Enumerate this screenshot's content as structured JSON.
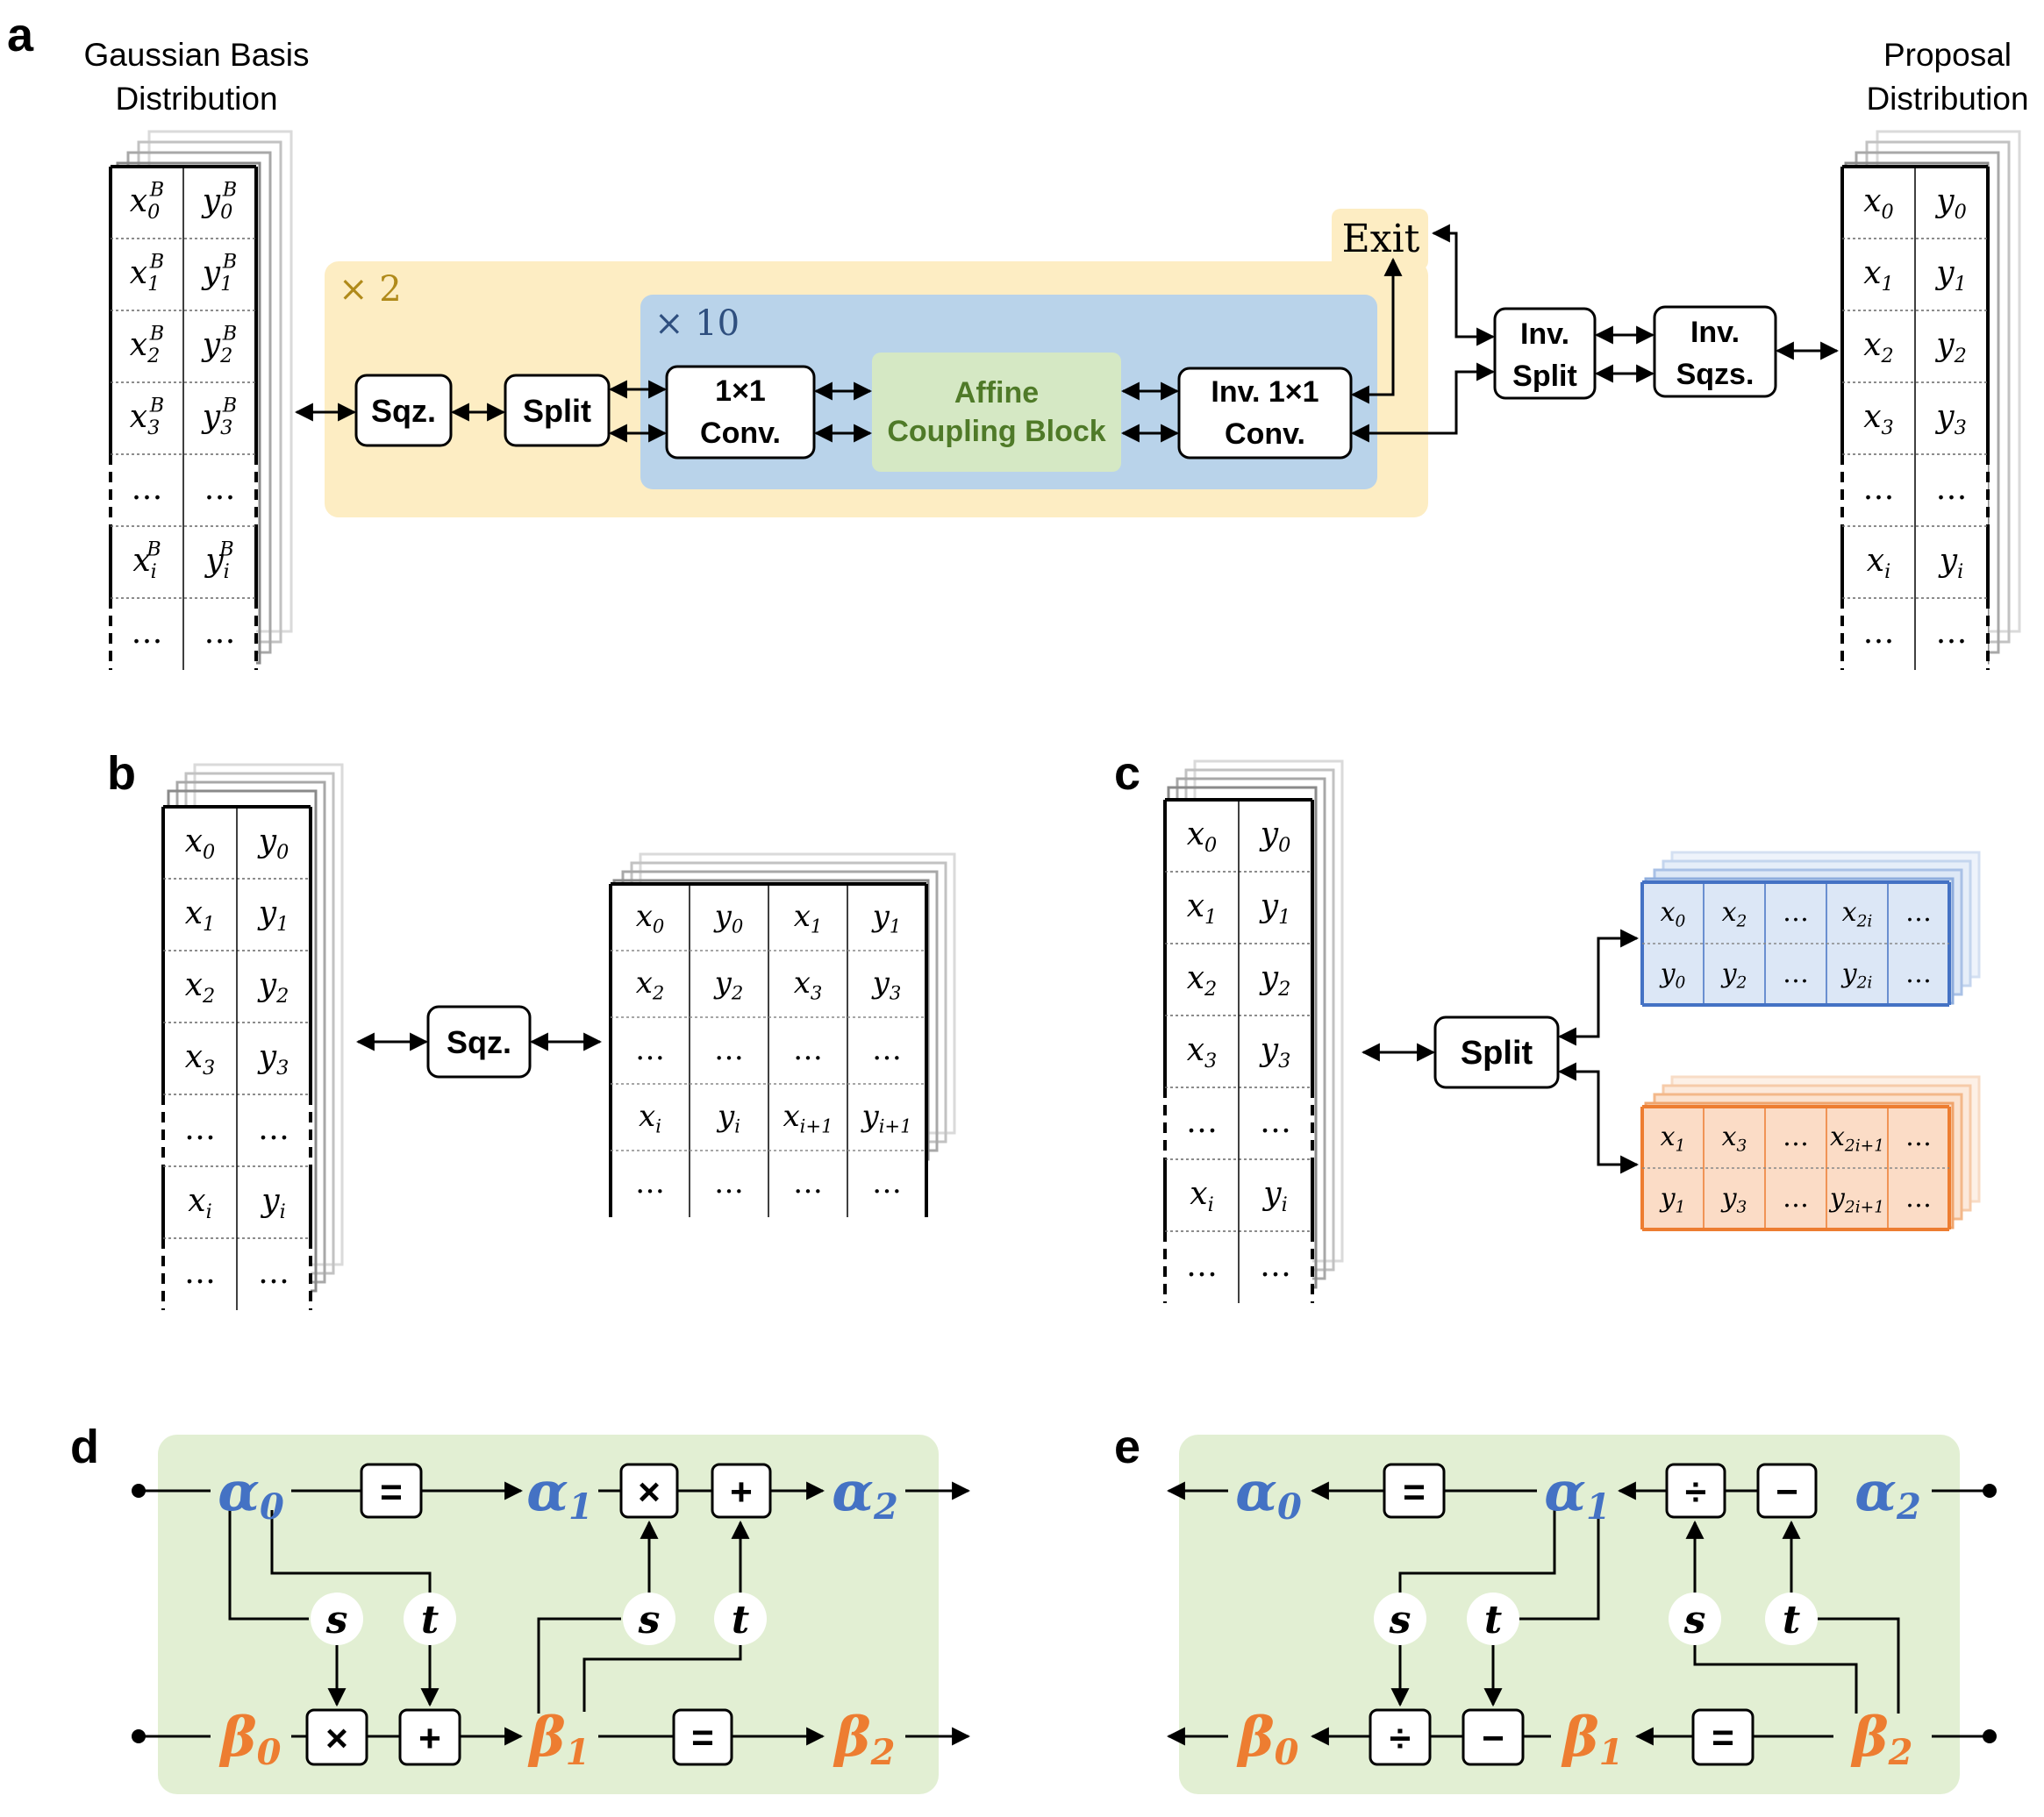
{
  "panel_labels": {
    "a": "a",
    "b": "b",
    "c": "c",
    "d": "d",
    "e": "e"
  },
  "panel_a": {
    "left_title_line1": "Gaussian Basis",
    "left_title_line2": "Distribution",
    "right_title_line1": "Proposal",
    "right_title_line2": "Distribution",
    "outer_repeat": "× 2",
    "inner_repeat": "× 10",
    "exit_label": "Exit",
    "blocks": {
      "sqz": "Sqz.",
      "split": "Split",
      "conv_line1": "1×1",
      "conv_line2": "Conv.",
      "affine_line1": "Affine",
      "affine_line2": "Coupling Block",
      "invconv_line1": "Inv. 1×1",
      "invconv_line2": "Conv.",
      "invsplit_line1": "Inv.",
      "invsplit_line2": "Split",
      "invsqzs_line1": "Inv.",
      "invsqzs_line2": "Sqzs."
    },
    "left_table": [
      [
        "x",
        "0",
        "B",
        "y",
        "0",
        "B"
      ],
      [
        "x",
        "1",
        "B",
        "y",
        "1",
        "B"
      ],
      [
        "x",
        "2",
        "B",
        "y",
        "2",
        "B"
      ],
      [
        "x",
        "3",
        "B",
        "y",
        "3",
        "B"
      ],
      [
        "…",
        "",
        "",
        "…",
        "",
        ""
      ],
      [
        "x",
        "i",
        "B",
        "y",
        "i",
        "B"
      ],
      [
        "…",
        "",
        "",
        "…",
        "",
        ""
      ]
    ],
    "right_table": [
      [
        "x",
        "0",
        "y",
        "0"
      ],
      [
        "x",
        "1",
        "y",
        "1"
      ],
      [
        "x",
        "2",
        "y",
        "2"
      ],
      [
        "x",
        "3",
        "y",
        "3"
      ],
      [
        "…",
        "",
        "…",
        ""
      ],
      [
        "x",
        "i",
        "y",
        "i"
      ],
      [
        "…",
        "",
        "…",
        ""
      ]
    ]
  },
  "panel_b": {
    "sqz_label": "Sqz.",
    "left_table": [
      [
        "x",
        "0",
        "y",
        "0"
      ],
      [
        "x",
        "1",
        "y",
        "1"
      ],
      [
        "x",
        "2",
        "y",
        "2"
      ],
      [
        "x",
        "3",
        "y",
        "3"
      ],
      [
        "…",
        "",
        "…",
        ""
      ],
      [
        "x",
        "i",
        "y",
        "i"
      ],
      [
        "…",
        "",
        "…",
        ""
      ]
    ],
    "right_table": [
      [
        [
          "x",
          "0"
        ],
        [
          "y",
          "0"
        ],
        [
          "x",
          "1"
        ],
        [
          "y",
          "1"
        ]
      ],
      [
        [
          "x",
          "2"
        ],
        [
          "y",
          "2"
        ],
        [
          "x",
          "3"
        ],
        [
          "y",
          "3"
        ]
      ],
      [
        [
          "…",
          ""
        ],
        [
          "…",
          ""
        ],
        [
          "…",
          ""
        ],
        [
          "…",
          ""
        ]
      ],
      [
        [
          "x",
          "i"
        ],
        [
          "y",
          "i"
        ],
        [
          "x",
          "i+1"
        ],
        [
          "y",
          "i+1"
        ]
      ],
      [
        [
          "…",
          ""
        ],
        [
          "…",
          ""
        ],
        [
          "…",
          ""
        ],
        [
          "…",
          ""
        ]
      ]
    ]
  },
  "panel_c": {
    "split_label": "Split",
    "left_table": [
      [
        "x",
        "0",
        "y",
        "0"
      ],
      [
        "x",
        "1",
        "y",
        "1"
      ],
      [
        "x",
        "2",
        "y",
        "2"
      ],
      [
        "x",
        "3",
        "y",
        "3"
      ],
      [
        "…",
        "",
        "…",
        ""
      ],
      [
        "x",
        "i",
        "y",
        "i"
      ],
      [
        "…",
        "",
        "…",
        ""
      ]
    ],
    "blue_table": [
      [
        [
          "x",
          "0"
        ],
        [
          "x",
          "2"
        ],
        [
          "…",
          ""
        ],
        [
          "x",
          "2i"
        ],
        [
          "…",
          ""
        ]
      ],
      [
        [
          "y",
          "0"
        ],
        [
          "y",
          "2"
        ],
        [
          "…",
          ""
        ],
        [
          "y",
          "2i"
        ],
        [
          "…",
          ""
        ]
      ]
    ],
    "orange_table": [
      [
        [
          "x",
          "1"
        ],
        [
          "x",
          "3"
        ],
        [
          "…",
          ""
        ],
        [
          "x",
          "2i+1"
        ],
        [
          "…",
          ""
        ]
      ],
      [
        [
          "y",
          "1"
        ],
        [
          "y",
          "3"
        ],
        [
          "…",
          ""
        ],
        [
          "y",
          "2i+1"
        ],
        [
          "…",
          ""
        ]
      ]
    ]
  },
  "panel_d": {
    "alpha0": [
      "α",
      "0"
    ],
    "alpha1": [
      "α",
      "1"
    ],
    "alpha2": [
      "α",
      "2"
    ],
    "beta0": [
      "β",
      "0"
    ],
    "beta1": [
      "β",
      "1"
    ],
    "beta2": [
      "β",
      "2"
    ],
    "op_eq": "=",
    "op_mul": "×",
    "op_add": "+",
    "s": "s",
    "t": "t"
  },
  "panel_e": {
    "alpha0": [
      "α",
      "0"
    ],
    "alpha1": [
      "α",
      "1"
    ],
    "alpha2": [
      "α",
      "2"
    ],
    "beta0": [
      "β",
      "0"
    ],
    "beta1": [
      "β",
      "1"
    ],
    "beta2": [
      "β",
      "2"
    ],
    "op_eq": "=",
    "op_div": "÷",
    "op_sub": "−",
    "s": "s",
    "t": "t"
  },
  "colors": {
    "alpha_blue": "#4472c4",
    "beta_orange": "#ed7d31",
    "outer_yellow": "#fdedc3",
    "inner_blue": "#b9d3ea",
    "affine_green": "#d5e8c4",
    "affine_text": "#4f7a28",
    "coupling_bg": "#e2efd3",
    "repeat2_text": "#b08a1a",
    "repeat10_text": "#2f4f7f"
  }
}
